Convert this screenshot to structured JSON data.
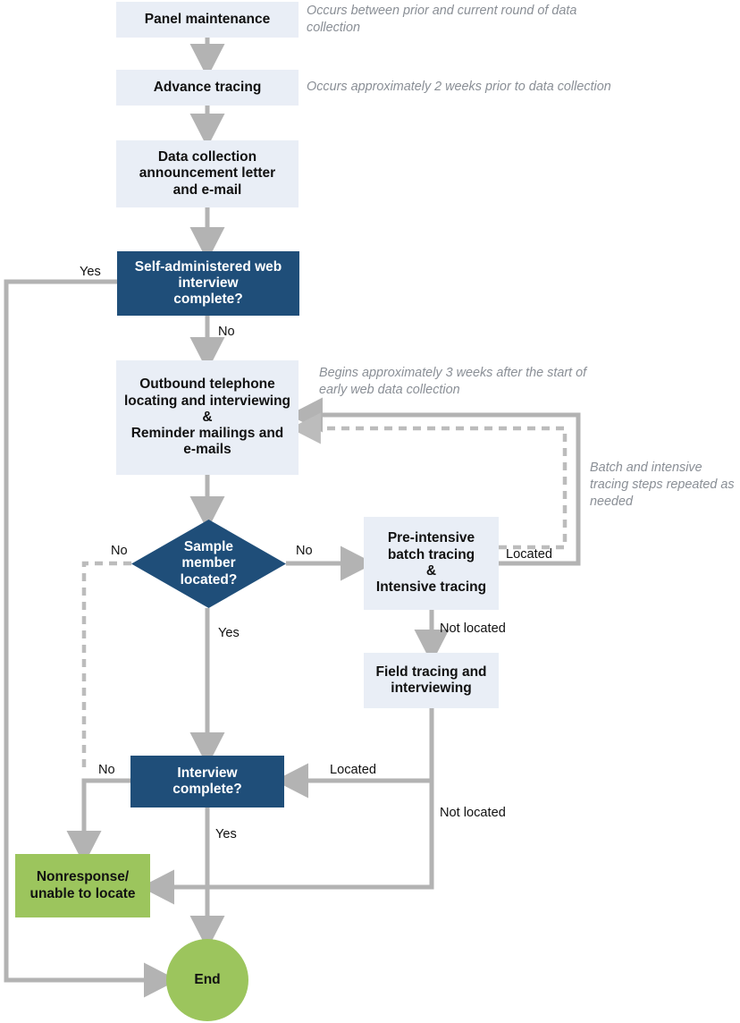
{
  "diagram": {
    "title": "Data collection flow",
    "colors": {
      "process_fill": "#e9eef6",
      "decision_fill": "#1f4e79",
      "terminal_fill": "#9cc55d",
      "connector": "#b3b3b3",
      "note_text": "#8a8f96"
    }
  },
  "nodes": {
    "panel_maintenance": "Panel maintenance",
    "advance_tracing": "Advance tracing",
    "announcement": "Data collection\nannouncement letter\nand e-mail",
    "web_interview": "Self-administered web\ninterview\ncomplete?",
    "outbound": "Outbound telephone\nlocating and interviewing\n&\nReminder mailings and\ne-mails",
    "sample_located": "Sample\nmember\nlocated?",
    "batch_tracing": "Pre-intensive\nbatch tracing\n&\nIntensive tracing",
    "field_tracing": "Field tracing and\ninterviewing",
    "interview_complete": "Interview\ncomplete?",
    "nonresponse": "Nonresponse/\nunable to locate",
    "end": "End"
  },
  "notes": {
    "panel_maintenance": "Occurs between prior and current round of data collection",
    "advance_tracing": "Occurs approximately 2 weeks prior to data collection",
    "outbound": "Begins approximately 3 weeks after the start of early web data collection",
    "tracing_loop": "Batch and intensive tracing steps repeated as needed"
  },
  "edge_labels": {
    "web_yes": "Yes",
    "web_no": "No",
    "sample_no_left": "No",
    "sample_no_right": "No",
    "sample_yes": "Yes",
    "batch_located": "Located",
    "batch_not_located": "Not located",
    "field_located": "Located",
    "field_not_located": "Not located",
    "interview_no": "No",
    "interview_yes": "Yes"
  },
  "chart_data": {
    "type": "flowchart",
    "title": "Survey data collection process flow",
    "nodes": [
      {
        "id": "panel_maintenance",
        "label": "Panel maintenance",
        "shape": "rect",
        "fill": "#e9eef6"
      },
      {
        "id": "advance_tracing",
        "label": "Advance tracing",
        "shape": "rect",
        "fill": "#e9eef6"
      },
      {
        "id": "announcement",
        "label": "Data collection announcement letter and e-mail",
        "shape": "rect",
        "fill": "#e9eef6"
      },
      {
        "id": "web_interview",
        "label": "Self-administered web interview complete?",
        "shape": "rect-decision",
        "fill": "#1f4e79"
      },
      {
        "id": "outbound",
        "label": "Outbound telephone locating and interviewing & Reminder mailings and e-mails",
        "shape": "rect",
        "fill": "#e9eef6"
      },
      {
        "id": "sample_located",
        "label": "Sample member located?",
        "shape": "diamond",
        "fill": "#1f4e79"
      },
      {
        "id": "batch_tracing",
        "label": "Pre-intensive batch tracing & Intensive tracing",
        "shape": "rect",
        "fill": "#e9eef6"
      },
      {
        "id": "field_tracing",
        "label": "Field tracing and interviewing",
        "shape": "rect",
        "fill": "#e9eef6"
      },
      {
        "id": "interview_complete",
        "label": "Interview complete?",
        "shape": "rect-decision",
        "fill": "#1f4e79"
      },
      {
        "id": "nonresponse",
        "label": "Nonresponse/ unable to locate",
        "shape": "rect",
        "fill": "#9cc55d"
      },
      {
        "id": "end",
        "label": "End",
        "shape": "oval",
        "fill": "#9cc55d"
      }
    ],
    "edges": [
      {
        "from": "panel_maintenance",
        "to": "advance_tracing",
        "label": "",
        "style": "solid"
      },
      {
        "from": "advance_tracing",
        "to": "announcement",
        "label": "",
        "style": "solid"
      },
      {
        "from": "announcement",
        "to": "web_interview",
        "label": "",
        "style": "solid"
      },
      {
        "from": "web_interview",
        "to": "end",
        "label": "Yes",
        "style": "solid"
      },
      {
        "from": "web_interview",
        "to": "outbound",
        "label": "No",
        "style": "solid"
      },
      {
        "from": "outbound",
        "to": "sample_located",
        "label": "",
        "style": "solid"
      },
      {
        "from": "sample_located",
        "to": "nonresponse",
        "label": "No",
        "style": "dashed"
      },
      {
        "from": "sample_located",
        "to": "batch_tracing",
        "label": "No",
        "style": "solid"
      },
      {
        "from": "sample_located",
        "to": "interview_complete",
        "label": "Yes",
        "style": "solid"
      },
      {
        "from": "batch_tracing",
        "to": "outbound",
        "label": "Located",
        "style": "dashed"
      },
      {
        "from": "batch_tracing",
        "to": "outbound",
        "label": "Located",
        "style": "solid"
      },
      {
        "from": "batch_tracing",
        "to": "field_tracing",
        "label": "Not located",
        "style": "solid"
      },
      {
        "from": "field_tracing",
        "to": "interview_complete",
        "label": "Located",
        "style": "solid"
      },
      {
        "from": "field_tracing",
        "to": "nonresponse",
        "label": "Not located",
        "style": "solid"
      },
      {
        "from": "interview_complete",
        "to": "nonresponse",
        "label": "No",
        "style": "solid"
      },
      {
        "from": "interview_complete",
        "to": "end",
        "label": "Yes",
        "style": "solid"
      }
    ]
  }
}
